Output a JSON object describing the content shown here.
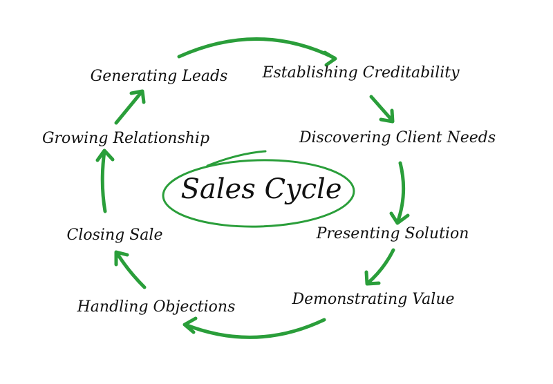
{
  "diagram": {
    "title": "Sales Cycle",
    "stages": [
      "Generating Leads",
      "Establishing Creditability",
      "Discovering Client Needs",
      "Presenting Solution",
      "Demonstrating Value",
      "Handling Objections",
      "Closing Sale",
      "Growing Relationship"
    ]
  },
  "colors": {
    "arrow": "#2a9e3a",
    "ellipse": "#2a9e3a",
    "text": "#111111",
    "background": "#ffffff"
  }
}
